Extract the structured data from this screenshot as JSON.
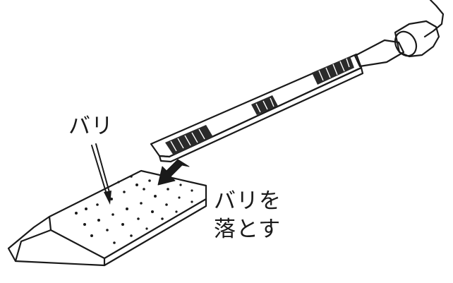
{
  "labels": {
    "burr": "バリ",
    "remove_line1": "バリを",
    "remove_line2": "落とす"
  },
  "colors": {
    "ink": "#1a1a1a",
    "background": "#ffffff"
  }
}
